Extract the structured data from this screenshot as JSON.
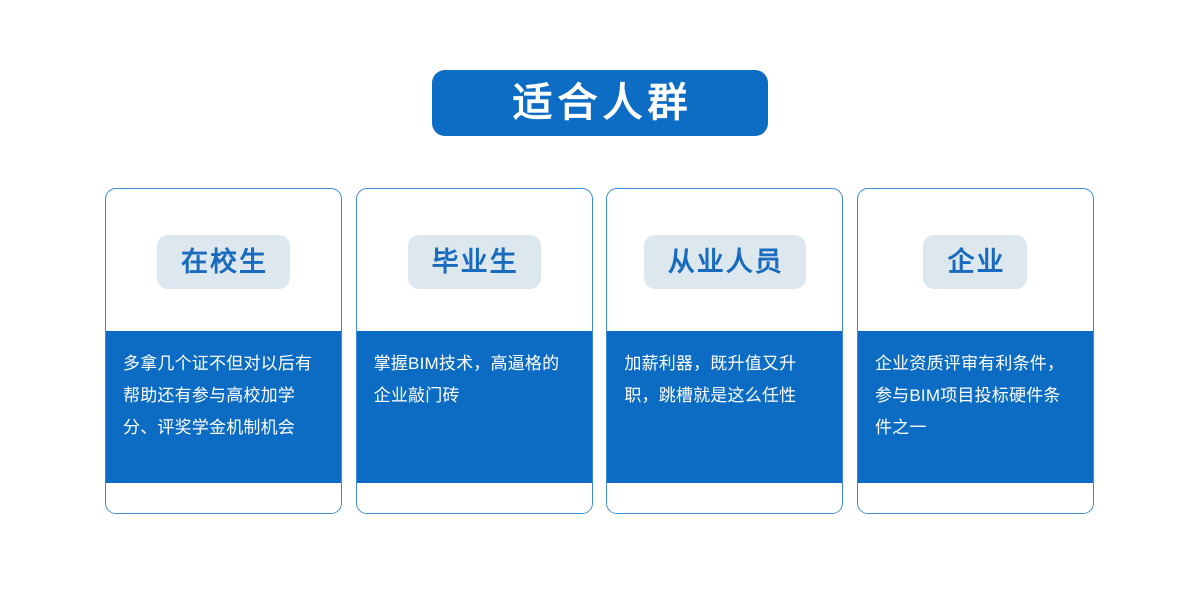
{
  "header": {
    "title": "适合人群",
    "title_bg_color": "#0d6cc4",
    "title_text_color": "#ffffff"
  },
  "theme": {
    "accent_blue": "#0c6cc4",
    "card_border": "#3d8cd8",
    "badge_bg": "#dde8ee",
    "badge_text": "#1a6bbd",
    "body_text": "#ffffff",
    "page_bg": "#ffffff"
  },
  "cards": [
    {
      "badge": "在校生",
      "body": "多拿几个证不但对以后有帮助还有参与高校加学分、评奖学金机制机会"
    },
    {
      "badge": "毕业生",
      "body": "掌握BIM技术，高逼格的企业敲门砖"
    },
    {
      "badge": "从业人员",
      "body": "加薪利器，既升值又升职，跳槽就是这么任性"
    },
    {
      "badge": "企业",
      "body": "企业资质评审有利条件，参与BIM项目投标硬件条件之一"
    }
  ]
}
